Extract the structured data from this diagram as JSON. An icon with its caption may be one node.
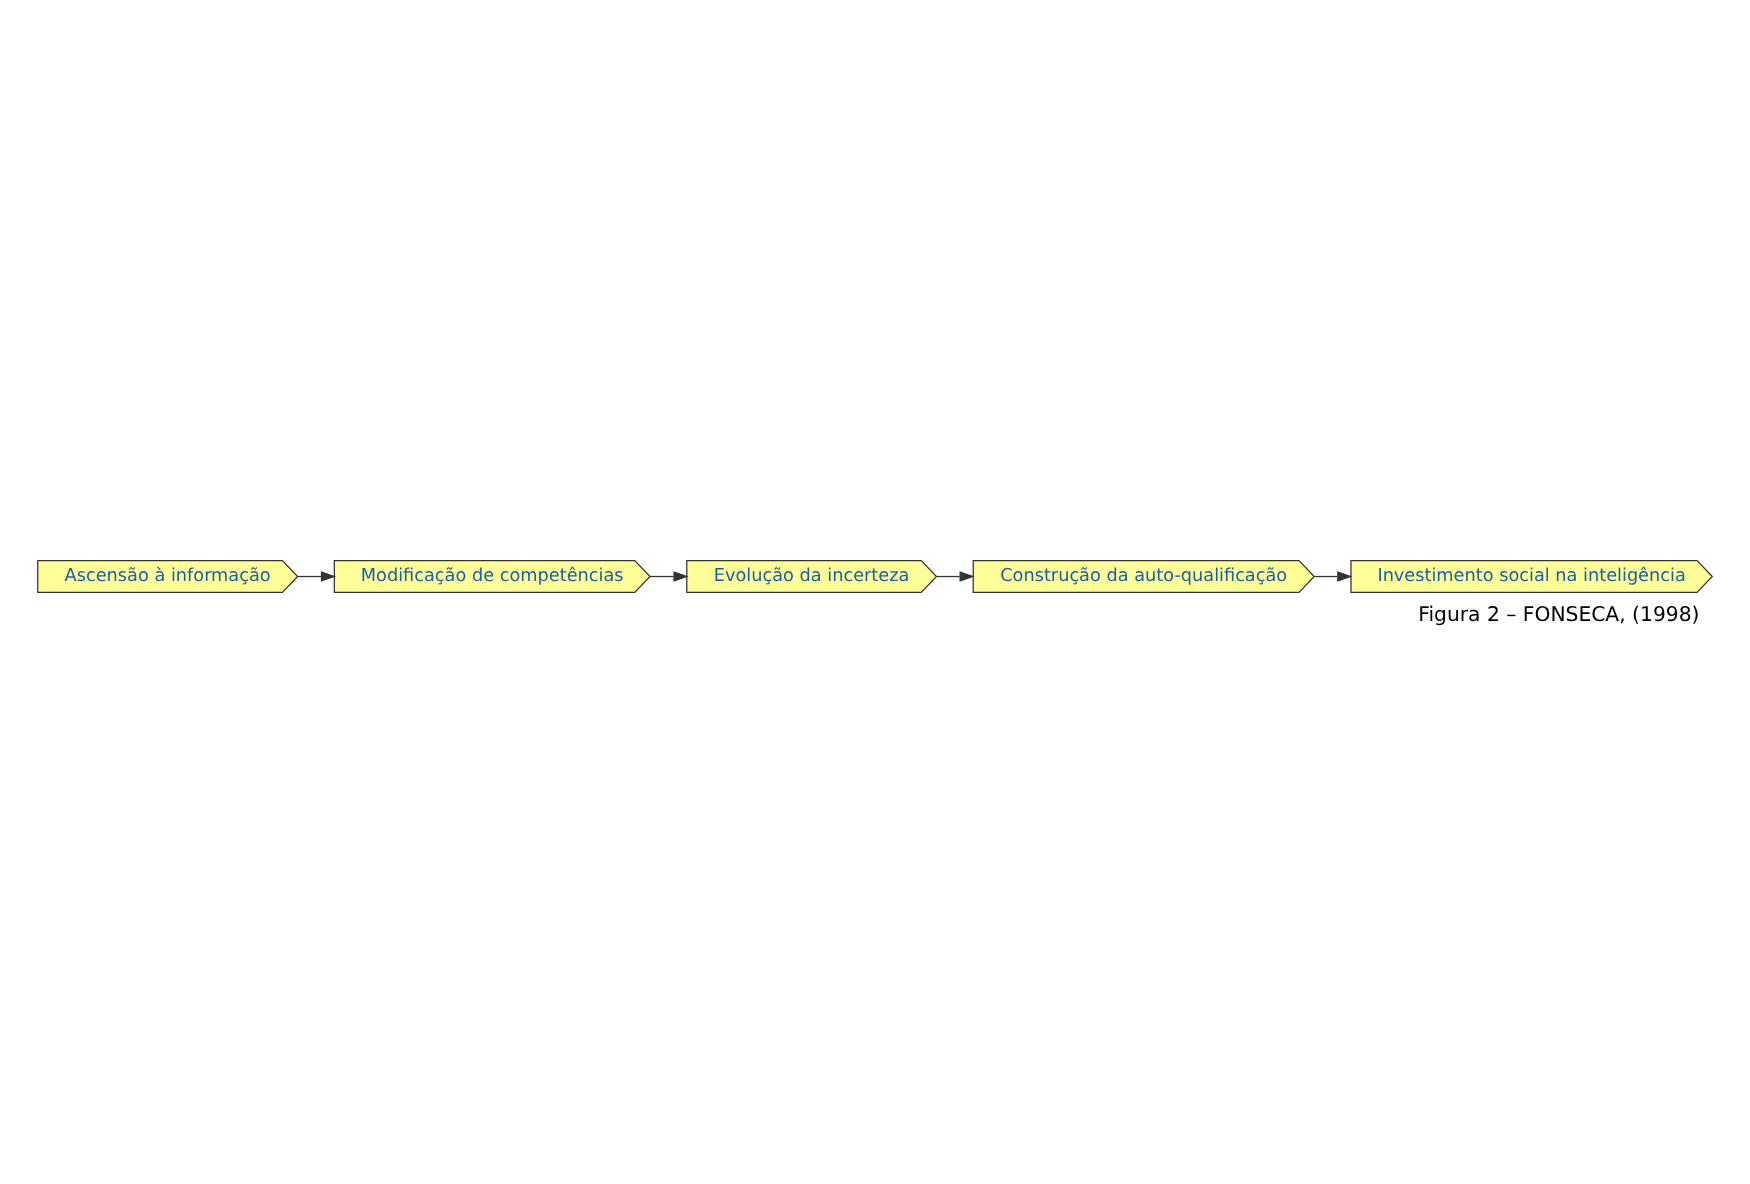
{
  "diagram": {
    "caption": "Figura 2 – FONSECA, (1998)",
    "nodes": [
      {
        "text": [
          "Ascensão à informação"
        ]
      },
      {
        "text": [
          "Modificação de competências"
        ]
      },
      {
        "text": [
          "Evolução da incerteza"
        ]
      },
      {
        "text": [
          "Construção da auto-qualificação"
        ]
      },
      {
        "text": [
          "Investimento social na inteligência"
        ]
      }
    ],
    "edges": [
      {
        "from": 0,
        "to": 1,
        "arrow": "to"
      },
      {
        "from": 1,
        "to": 2,
        "arrow": "to"
      },
      {
        "from": 2,
        "to": 3,
        "arrow": "to"
      },
      {
        "from": 3,
        "to": 4,
        "arrow": "to"
      }
    ]
  }
}
